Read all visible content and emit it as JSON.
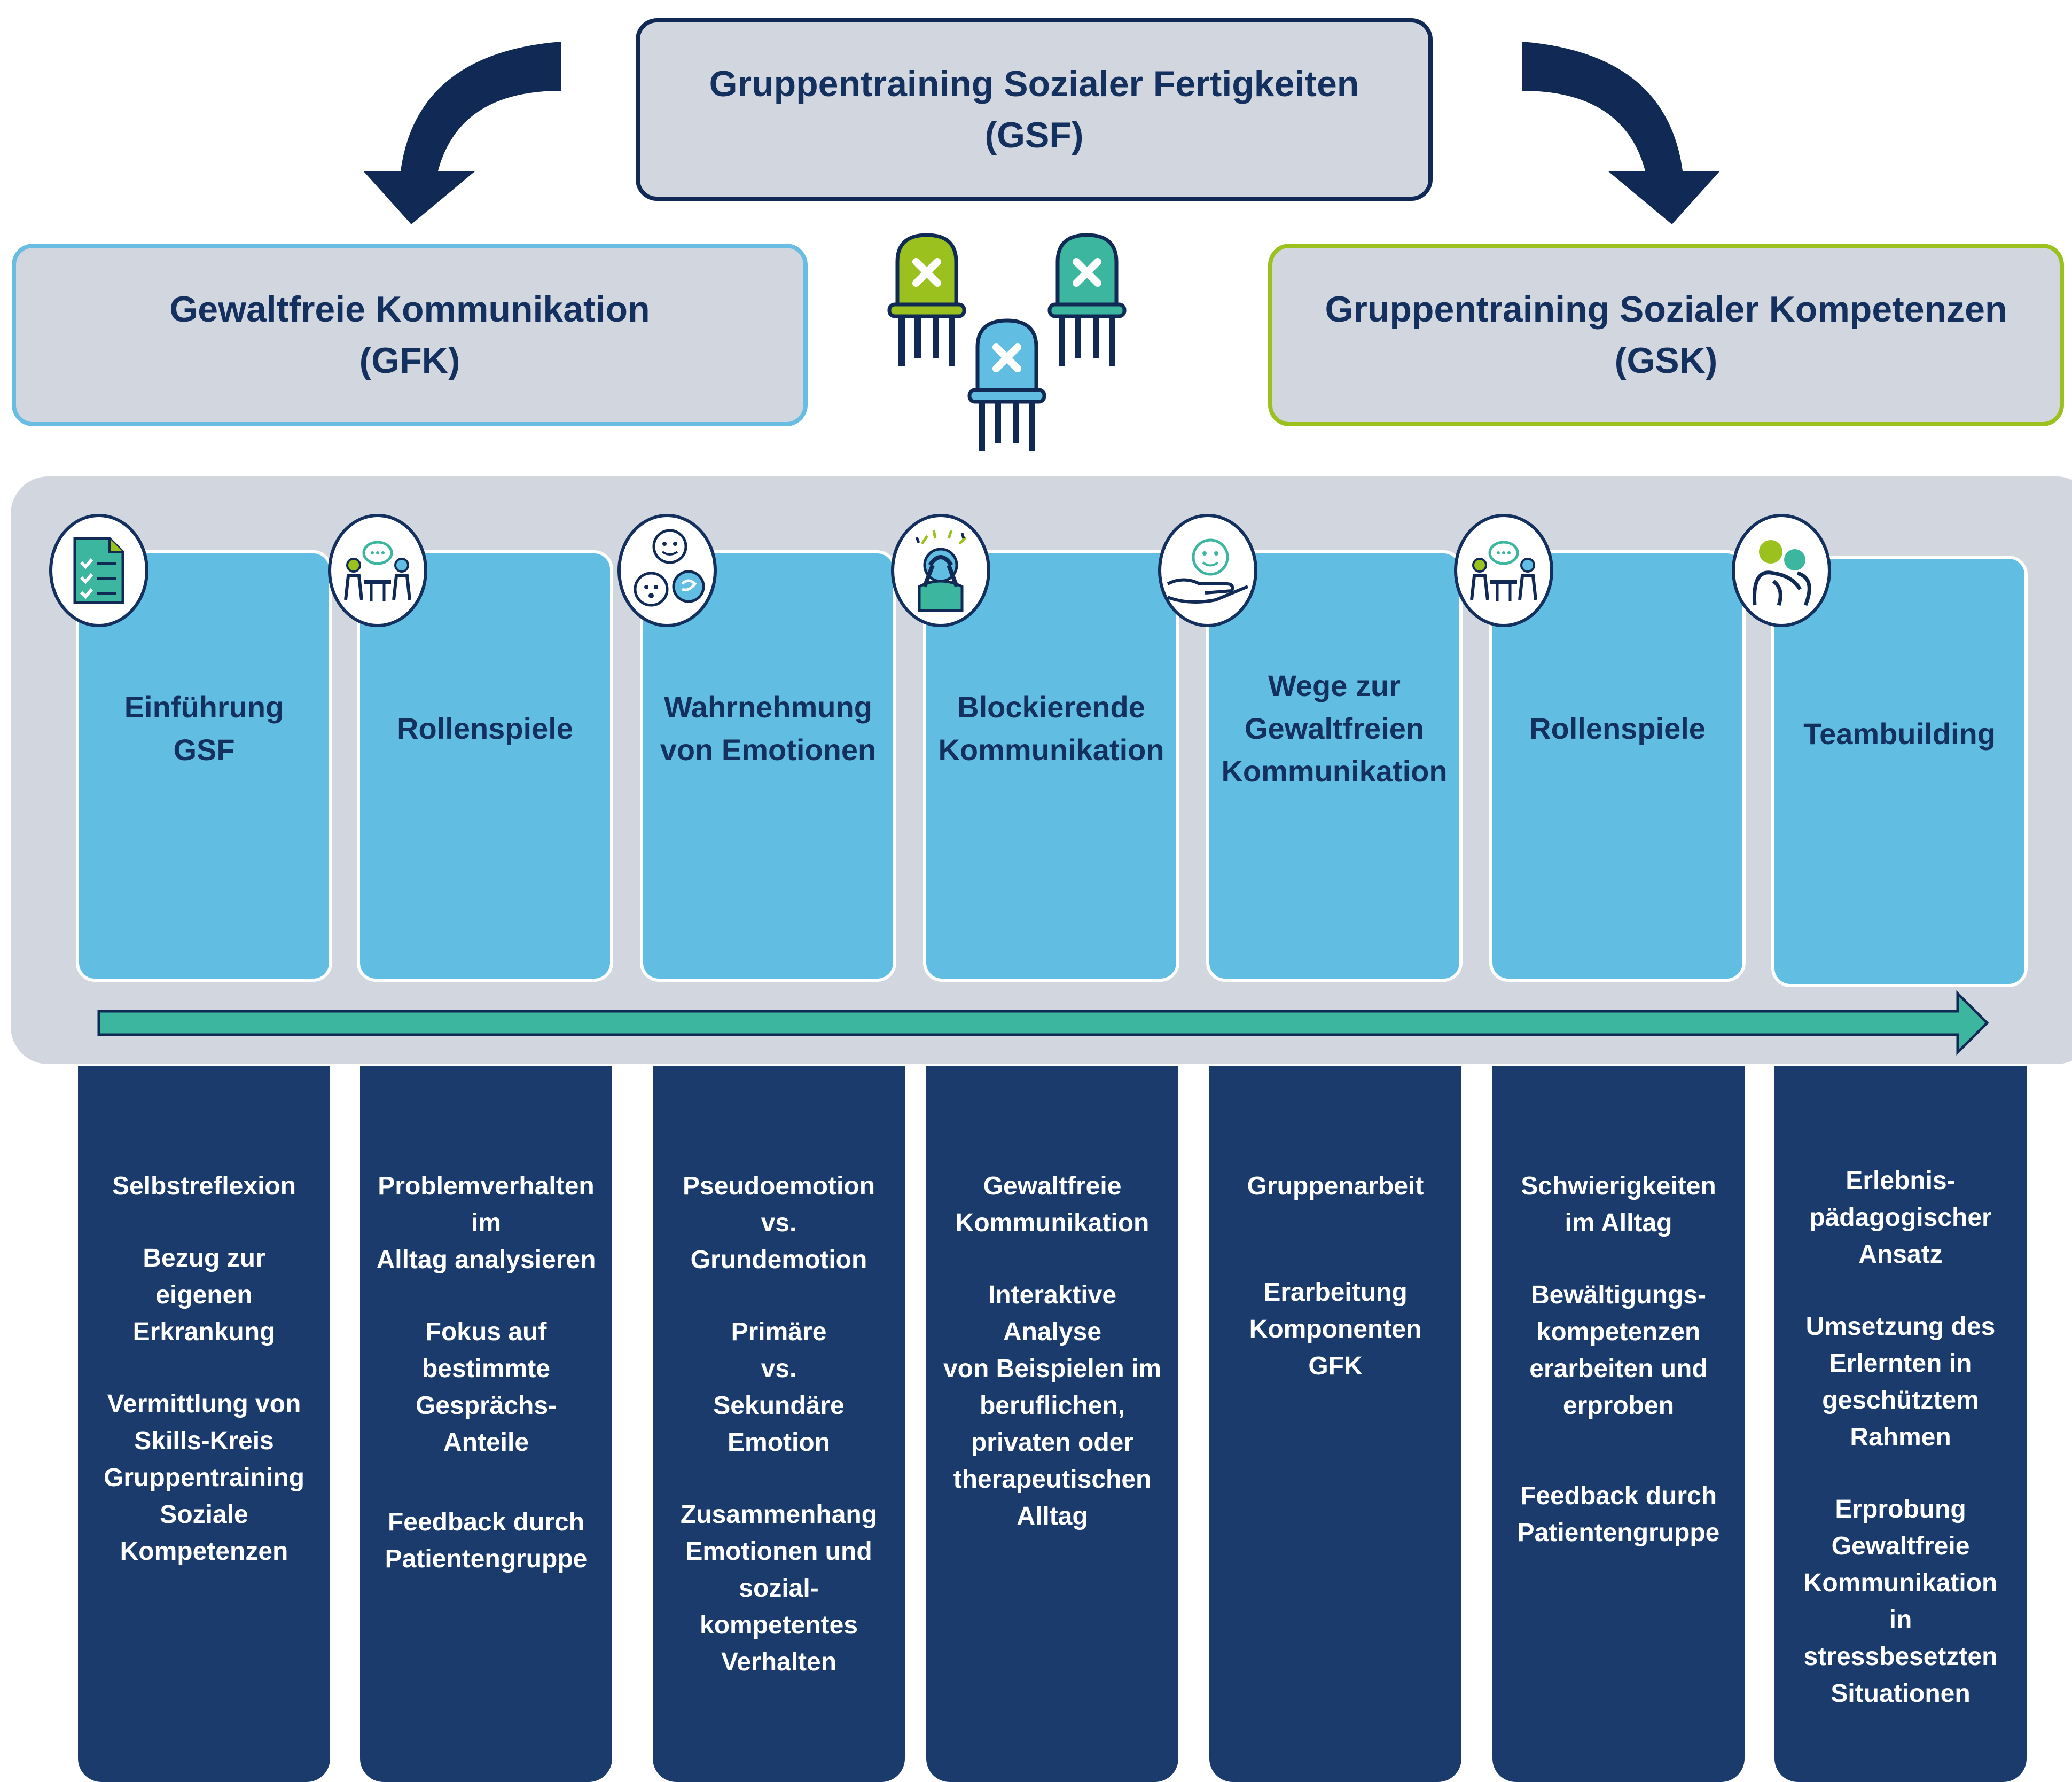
{
  "header": {
    "top_line1": "Gruppentraining Sozialer Fertigkeiten",
    "top_line2": "(GSF)",
    "left_line1": "Gewaltfreie Kommunikation",
    "left_line2": "(GFK)",
    "right_line1": "Gruppentraining Sozialer Kompetenzen",
    "right_line2": "(GSK)"
  },
  "colors": {
    "navy": "#102a55",
    "light_blue": "#61bde2",
    "lime": "#9bc11f",
    "teal": "#3db6a0",
    "panel_grey": "#d2d6df",
    "dark_column": "#1a3b6c"
  },
  "icons": [
    "checklist-icon",
    "conversation-icon",
    "emotions-icon",
    "blocked-mind-icon",
    "caring-hand-icon",
    "conversation-icon",
    "team-people-icon"
  ],
  "topics": [
    {
      "label": "Einführung\nGSF",
      "details": [
        "Selbstreflexion",
        "Bezug zur eigenen\nErkrankung",
        "Vermittlung von\nSkills-Kreis\nGruppentraining\nSoziale\nKompetenzen"
      ]
    },
    {
      "label": "Rollenspiele",
      "details": [
        "Problemverhalten im\nAlltag analysieren",
        "Fokus auf bestimmte\nGesprächs-\nAnteile",
        "Feedback durch\nPatientengruppe"
      ]
    },
    {
      "label": "Wahrnehmung\nvon Emotionen",
      "details": [
        "Pseudoemotion\nvs.\nGrundemotion",
        "Primäre\nvs.\nSekundäre\nEmotion",
        "Zusammenhang\nEmotionen und\nsozial-\nkompetentes\nVerhalten"
      ]
    },
    {
      "label": "Blockierende\nKommunikation",
      "details": [
        "Gewaltfreie\nKommunikation",
        "Interaktive Analyse\nvon Beispielen im\nberuflichen,\nprivaten oder\ntherapeutischen\nAlltag"
      ]
    },
    {
      "label": "Wege zur\nGewaltfreien\nKommunikation",
      "details": [
        "Gruppenarbeit",
        "Erarbeitung\nKomponenten\nGFK"
      ]
    },
    {
      "label": "Rollenspiele",
      "details": [
        "Schwierigkeiten\nim Alltag",
        "Bewältigungs-\nkompetenzen\nerarbeiten und\nerproben",
        "Feedback durch\nPatientengruppe"
      ]
    },
    {
      "label": "Teambuilding",
      "details": [
        "Erlebnis-\npädagogischer\nAnsatz",
        "Umsetzung des\nErlernten in\ngeschütztem\nRahmen",
        "Erprobung\nGewaltfreie\nKommunikation in\nstressbesetzten\nSituationen"
      ]
    }
  ]
}
